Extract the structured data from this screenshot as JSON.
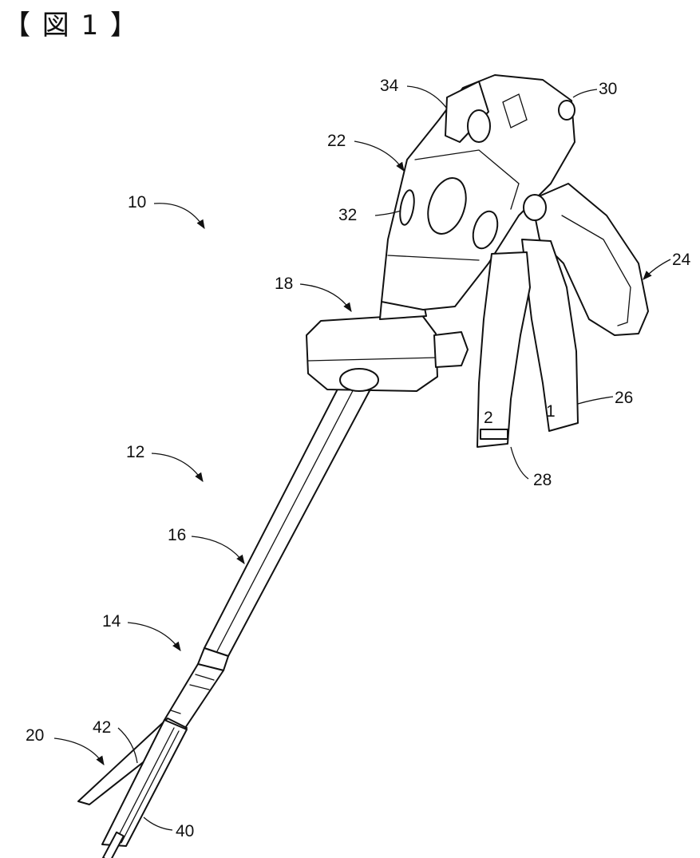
{
  "figure": {
    "title": "【 図 1 】",
    "reference_numerals": [
      "10",
      "12",
      "14",
      "16",
      "18",
      "20",
      "22",
      "24",
      "26",
      "28",
      "30",
      "32",
      "34",
      "40",
      "42"
    ],
    "trigger_markings": {
      "first": "1",
      "second": "2"
    }
  }
}
